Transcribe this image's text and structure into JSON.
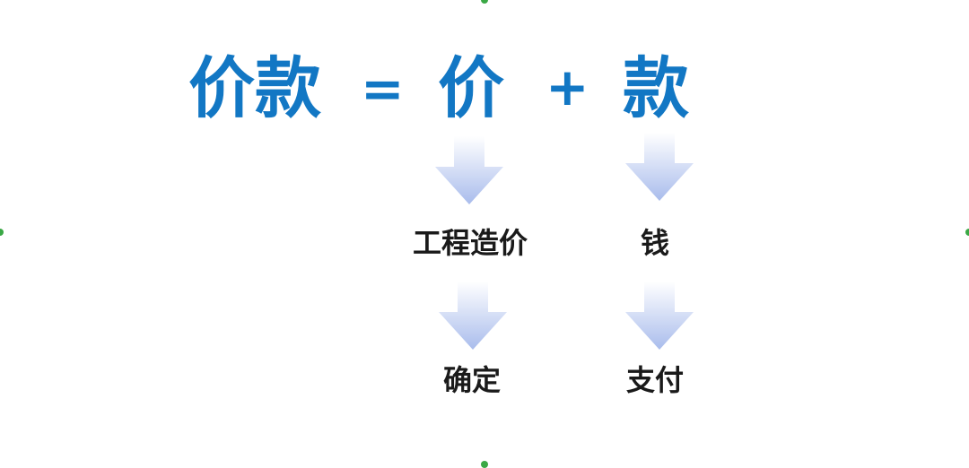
{
  "equation": {
    "lhs": "价款",
    "equals": "=",
    "term1": "价",
    "plus": "+",
    "term2": "款"
  },
  "columns": [
    {
      "meaning": "工程造价",
      "action": "确定"
    },
    {
      "meaning": "钱",
      "action": "支付"
    }
  ],
  "colors": {
    "equation": "#1277c4",
    "label": "#1a1a1a",
    "arrow_top": "#ffffff",
    "arrow_bottom": "#a9bcec",
    "handle": "#3aa845"
  }
}
